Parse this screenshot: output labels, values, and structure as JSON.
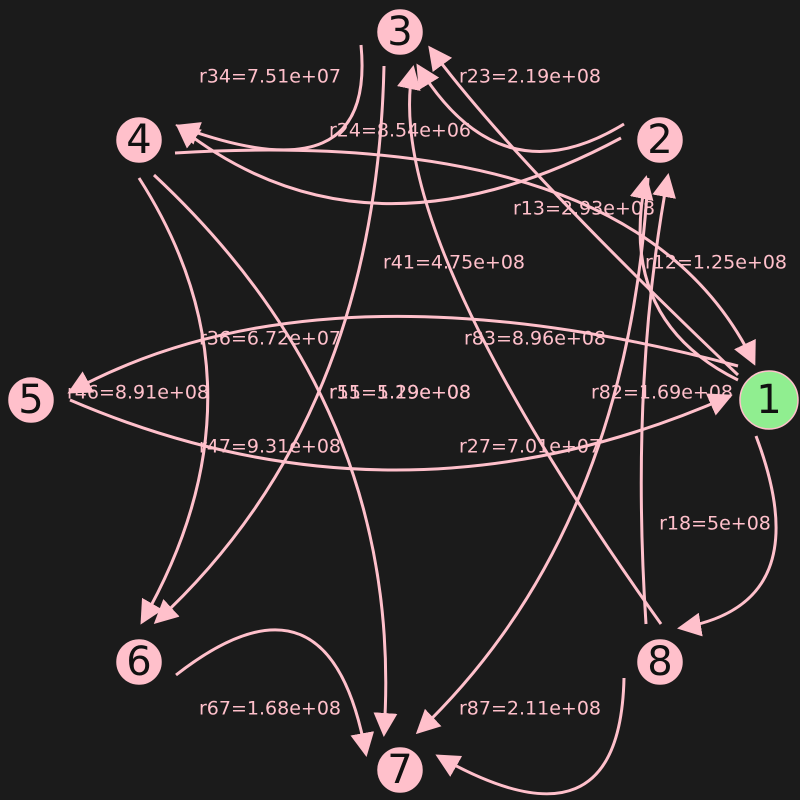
{
  "colors": {
    "background": "#1b1b1b",
    "edge": "#ffc0cb",
    "node_fill": "#ffc0cb",
    "highlight_fill": "#90ee90",
    "node_text": "#111111",
    "label_text": "#ffc0cb"
  },
  "nodes": [
    {
      "id": "1",
      "label": "1",
      "highlighted": true
    },
    {
      "id": "2",
      "label": "2",
      "highlighted": false
    },
    {
      "id": "3",
      "label": "3",
      "highlighted": false
    },
    {
      "id": "4",
      "label": "4",
      "highlighted": false
    },
    {
      "id": "5",
      "label": "5",
      "highlighted": false
    },
    {
      "id": "6",
      "label": "6",
      "highlighted": false
    },
    {
      "id": "7",
      "label": "7",
      "highlighted": false
    },
    {
      "id": "8",
      "label": "8",
      "highlighted": false
    }
  ],
  "edges": [
    {
      "from": "1",
      "to": "2",
      "label": "r12=1.25e+08"
    },
    {
      "from": "1",
      "to": "3",
      "label": "r13=2.93e+08"
    },
    {
      "from": "1",
      "to": "5",
      "label": "r15=1.29e+08"
    },
    {
      "from": "1",
      "to": "8",
      "label": "r18=5e+08"
    },
    {
      "from": "2",
      "to": "3",
      "label": "r23=2.19e+08"
    },
    {
      "from": "2",
      "to": "4",
      "label": "r24=8.54e+06"
    },
    {
      "from": "2",
      "to": "7",
      "label": "r27=7.01e+07"
    },
    {
      "from": "3",
      "to": "4",
      "label": "r34=7.51e+07"
    },
    {
      "from": "3",
      "to": "6",
      "label": "r36=6.72e+07"
    },
    {
      "from": "4",
      "to": "1",
      "label": "r41=4.75e+08"
    },
    {
      "from": "4",
      "to": "6",
      "label": "r46=8.91e+08"
    },
    {
      "from": "4",
      "to": "7",
      "label": "r47=9.31e+08"
    },
    {
      "from": "5",
      "to": "1",
      "label": "r51=5.19e+08"
    },
    {
      "from": "6",
      "to": "7",
      "label": "r67=1.68e+08"
    },
    {
      "from": "8",
      "to": "2",
      "label": "r82=1.69e+08"
    },
    {
      "from": "8",
      "to": "3",
      "label": "r83=8.96e+08"
    },
    {
      "from": "8",
      "to": "7",
      "label": "r87=2.11e+08"
    }
  ]
}
